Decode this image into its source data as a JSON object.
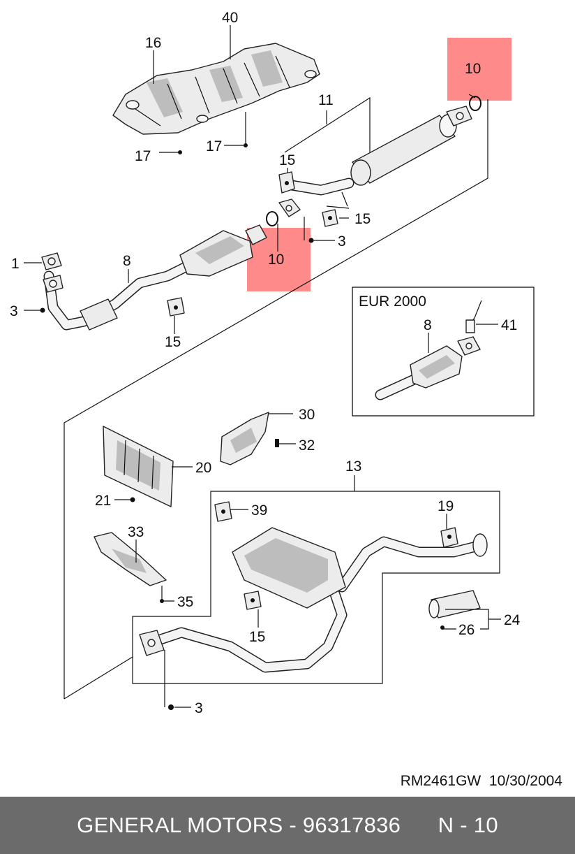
{
  "callouts": [
    {
      "id": "c40",
      "text": "40"
    },
    {
      "id": "c16",
      "text": "16"
    },
    {
      "id": "c17a",
      "text": "17"
    },
    {
      "id": "c17b",
      "text": "17"
    },
    {
      "id": "c11",
      "text": "11"
    },
    {
      "id": "c10a",
      "text": "10"
    },
    {
      "id": "c15a",
      "text": "15"
    },
    {
      "id": "c15b",
      "text": "15"
    },
    {
      "id": "c3a",
      "text": "3"
    },
    {
      "id": "c10b",
      "text": "10"
    },
    {
      "id": "c1",
      "text": "1"
    },
    {
      "id": "c8a",
      "text": "8"
    },
    {
      "id": "c3b",
      "text": "3"
    },
    {
      "id": "c15c",
      "text": "15"
    },
    {
      "id": "c8b",
      "text": "8"
    },
    {
      "id": "c41",
      "text": "41"
    },
    {
      "id": "c30",
      "text": "30"
    },
    {
      "id": "c32",
      "text": "32"
    },
    {
      "id": "c20",
      "text": "20"
    },
    {
      "id": "c21",
      "text": "21"
    },
    {
      "id": "c13",
      "text": "13"
    },
    {
      "id": "c39",
      "text": "39"
    },
    {
      "id": "c19",
      "text": "19"
    },
    {
      "id": "c33",
      "text": "33"
    },
    {
      "id": "c35",
      "text": "35"
    },
    {
      "id": "c15d",
      "text": "15"
    },
    {
      "id": "c24",
      "text": "24"
    },
    {
      "id": "c26",
      "text": "26"
    },
    {
      "id": "c3c",
      "text": "3"
    }
  ],
  "inset_label": "EUR 2000",
  "drawing_reference": "RM2461GW  10/30/2004",
  "footer_text": "GENERAL MOTORS - 96317836      N - 10",
  "colors": {
    "highlight": "#ff8080",
    "footer_bg": "#6b6b6b",
    "footer_text": "#ffffff",
    "line": "#111111"
  }
}
